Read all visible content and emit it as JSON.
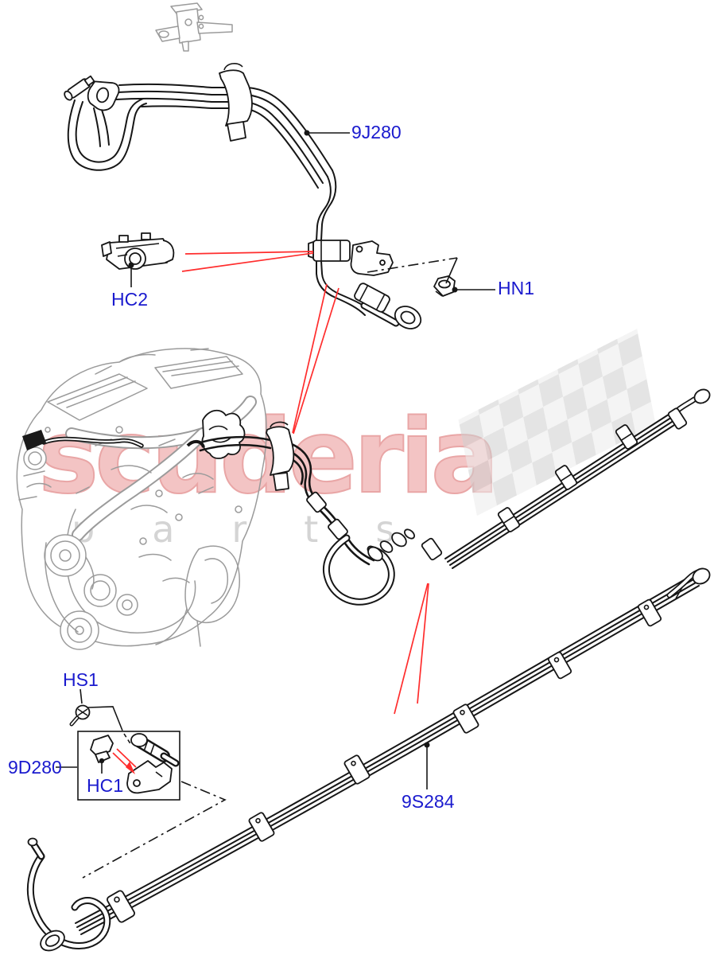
{
  "page": {
    "background": "#ffffff",
    "kind": "vehicle-parts-diagram",
    "subject": "fuel lines and pipes"
  },
  "watermark": {
    "brand": "scuderia",
    "sub": "parts"
  },
  "labels": {
    "front_fuel_pipe": "9J280",
    "front_pipe_clip": "HC2",
    "nut": "HN1",
    "screw": "HS1",
    "pump_box": "9D280",
    "pump_clip": "HC1",
    "rear_fuel_pipe": "9S284"
  },
  "colors": {
    "label_blue": "#1a1ace",
    "leader_red": "#ff2d2d",
    "line_black": "#161616",
    "sketch_gray": "#9b9b9b",
    "watermark_pink": "#f3c4c4",
    "watermark_gray": "#d4d4d4",
    "flag_gray": "#d9d9d9"
  }
}
